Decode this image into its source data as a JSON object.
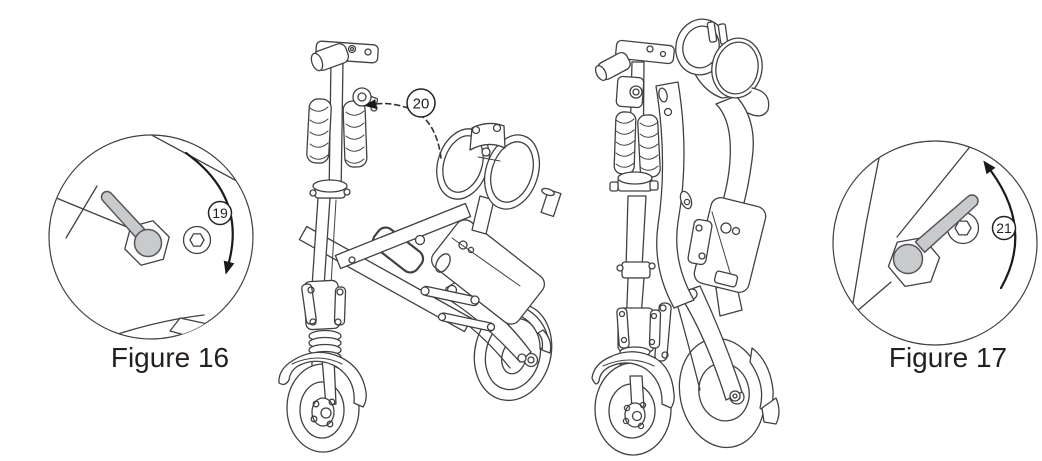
{
  "page": {
    "background": "#ffffff"
  },
  "colors": {
    "line": "#3f4145",
    "lever_fill": "#c9cacc",
    "lever_outline": "#55565a",
    "arrow": "#1a1a1a",
    "text": "#231f20",
    "callout_stroke": "#222222"
  },
  "figure_16": {
    "caption": "Figure 16",
    "callout": "19",
    "arrow_direction": "clockwise"
  },
  "figure_17": {
    "caption": "Figure 17",
    "callout": "21",
    "arrow_direction": "counterclockwise"
  },
  "fold_step": {
    "callout": "20"
  }
}
